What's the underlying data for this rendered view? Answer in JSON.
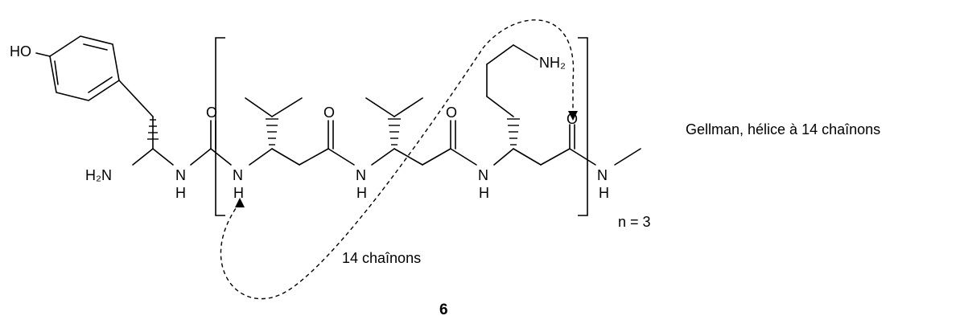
{
  "caption": "Gellman, hélice à 14 chaînons",
  "ring_label": "14 chaînons",
  "repeat_label": "n = 3",
  "compound_number": "6",
  "atoms": {
    "ho": "HO",
    "h2n": "H₂N",
    "nh2": "NH₂",
    "n": "N",
    "h": "H",
    "o": "O"
  }
}
